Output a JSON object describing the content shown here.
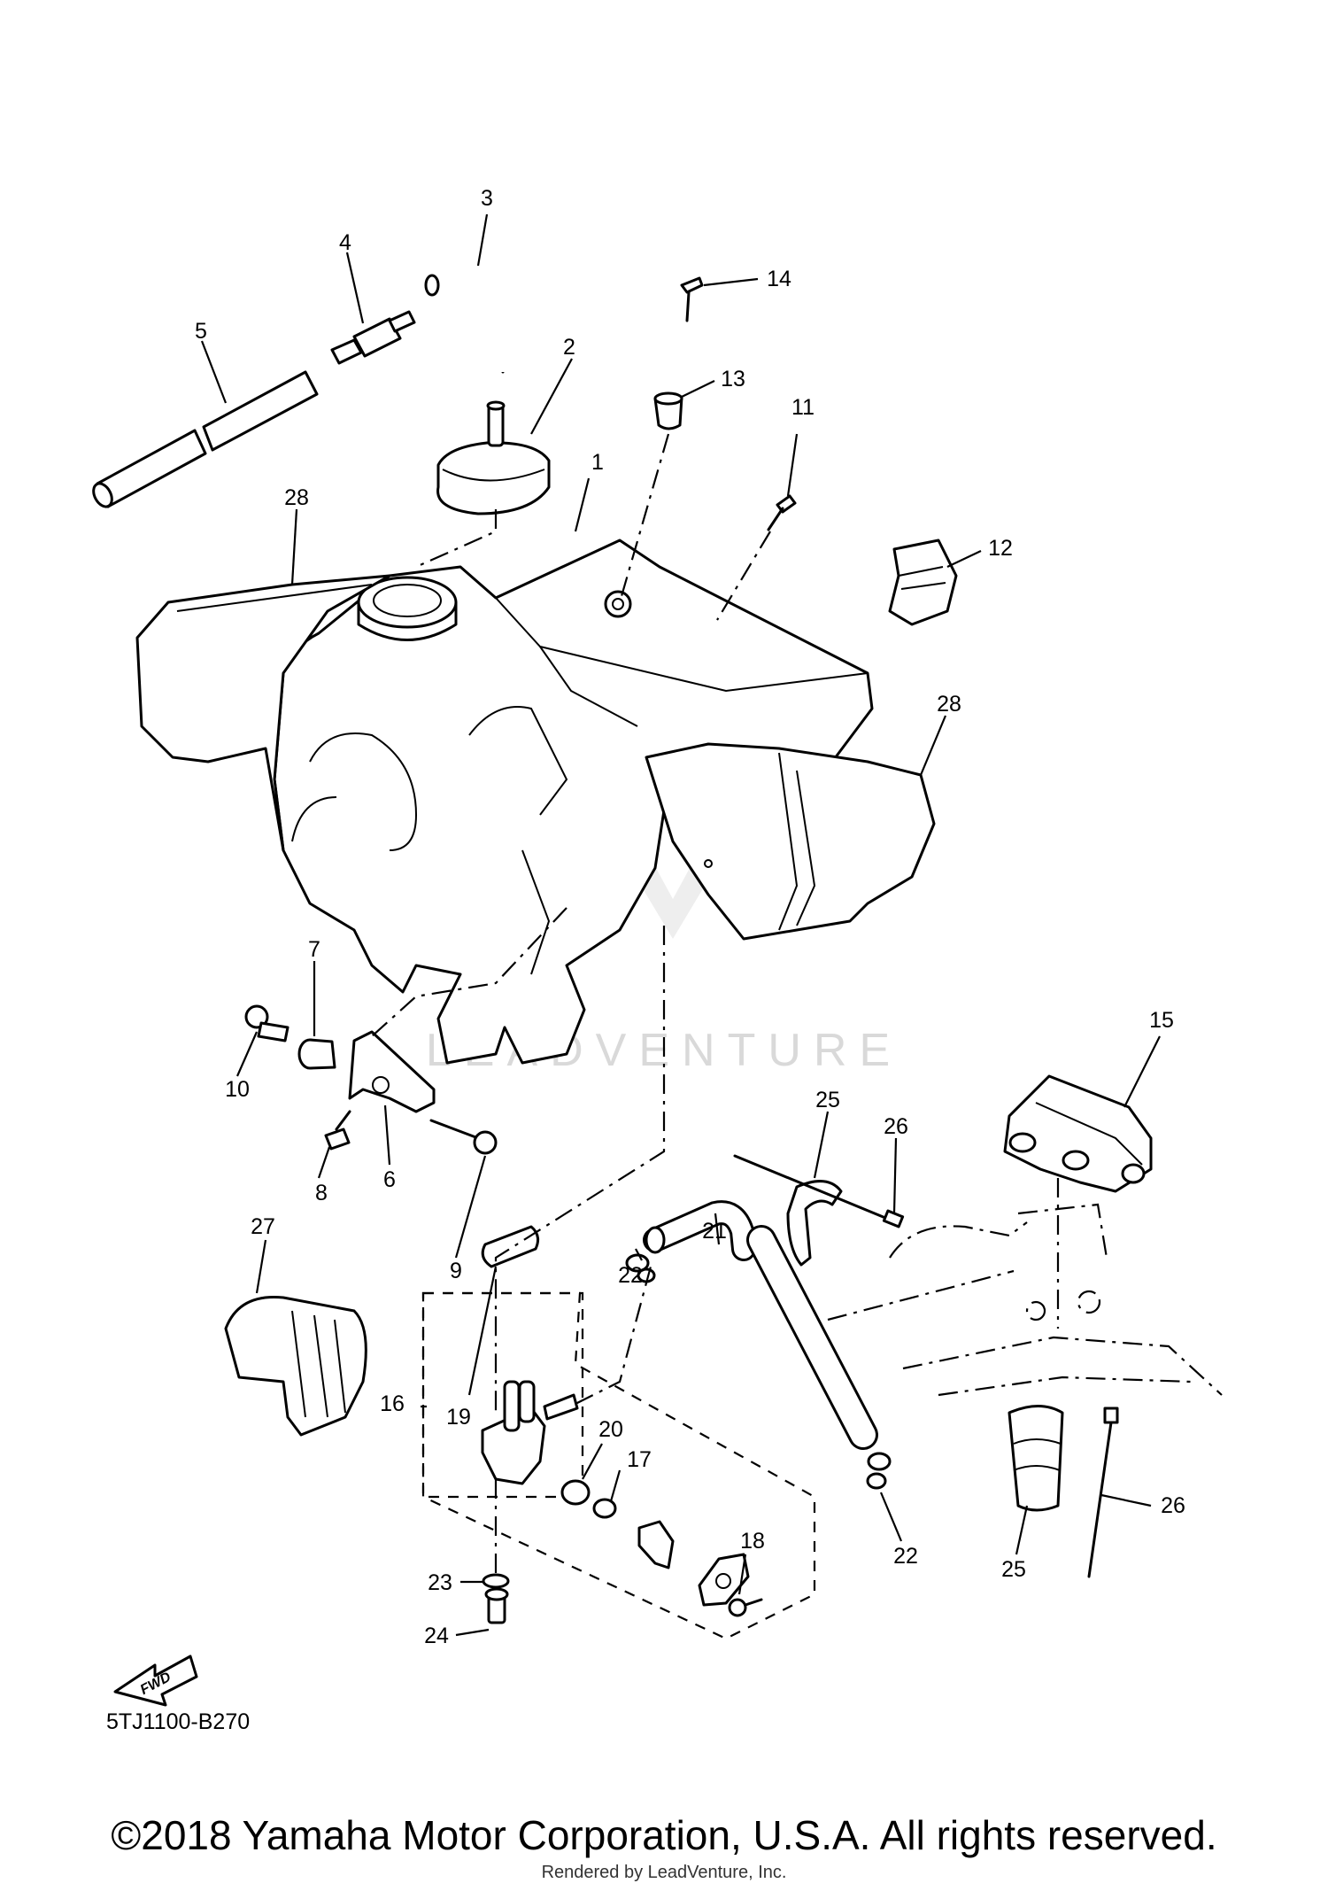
{
  "diagram": {
    "code": "5TJ1100-B270",
    "fwd_label": "FWD",
    "watermark": "LEADVENTURE",
    "callouts": [
      "1",
      "2",
      "3",
      "4",
      "5",
      "6",
      "7",
      "8",
      "9",
      "10",
      "11",
      "12",
      "13",
      "14",
      "15",
      "16",
      "17",
      "18",
      "19",
      "20",
      "21",
      "22",
      "23",
      "24",
      "25",
      "26",
      "27",
      "28"
    ]
  },
  "footer": {
    "copyright": "©2018 Yamaha Motor Corporation, U.S.A. All rights reserved.",
    "render_credit": "Rendered by LeadVenture, Inc."
  }
}
